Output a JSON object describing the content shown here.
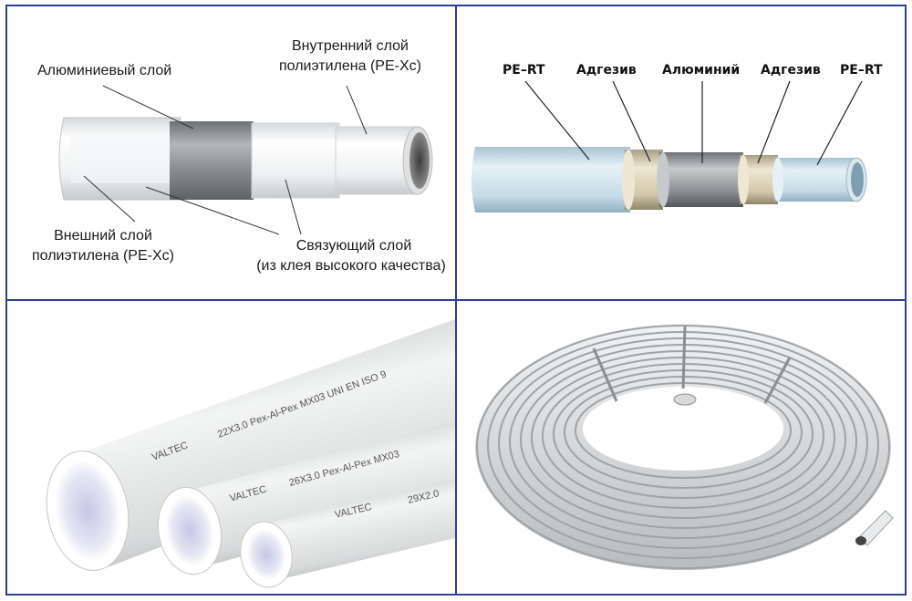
{
  "panel1": {
    "label_aluminum": "Алюминиевый слой",
    "label_inner_line1": "Внутренний слой",
    "label_inner_line2": "полиэтилена (PE-Xc)",
    "label_outer_line1": "Внешний слой",
    "label_outer_line2": "полиэтилена (PE-Xc)",
    "label_bond_line1": "Связующий слой",
    "label_bond_line2": "(из клея высокого качества)"
  },
  "panel2": {
    "labels": [
      "PE–RT",
      "Адгезив",
      "Алюминий",
      "Адгезив",
      "PE–RT"
    ]
  },
  "panel3": {
    "pipe1_mark": "22X3.0   Pex-Al-Pex   MX03   UNI EN ISO 9",
    "pipe2_mark": "26X3.0   Pex-Al-Pex   MX03",
    "pipe3_mark": "29X2.0",
    "brand": "VALTEC"
  },
  "colors": {
    "border": "#2f3f95",
    "pipe_white": "#e9ebec",
    "aluminum": "#8a8d90",
    "pert_blue": "#c9dde8",
    "adhesive": "#d8ccb0"
  }
}
